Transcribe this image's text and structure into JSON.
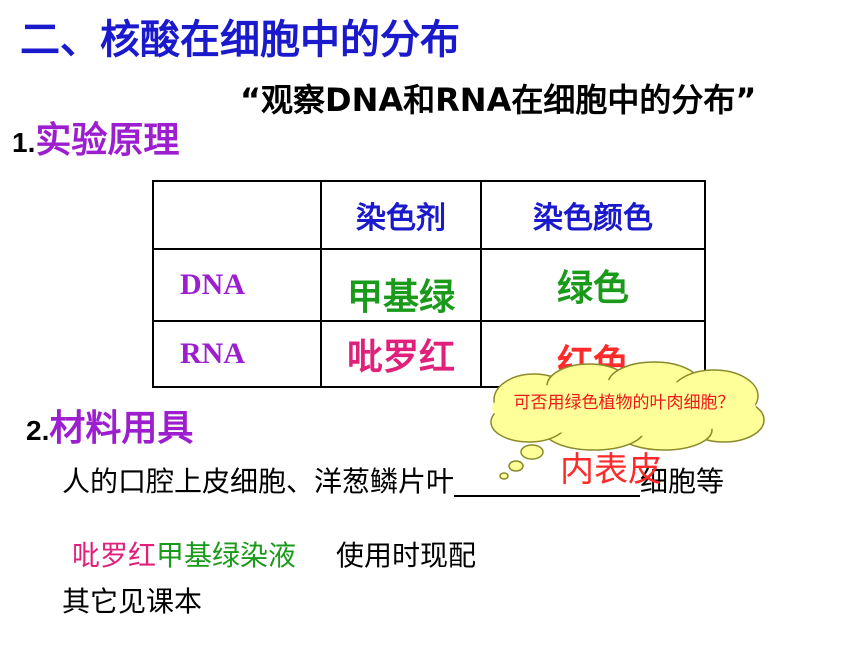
{
  "title": "二、核酸在细胞中的分布",
  "subtitle": "“观察DNA和RNA在细胞中的分布”",
  "section1": {
    "num": "1.",
    "title": "实验原理"
  },
  "table": {
    "headers": [
      "",
      "染色剂",
      "染色颜色"
    ],
    "rows": [
      {
        "label": "DNA",
        "stain": "甲基绿",
        "color": "绿色"
      },
      {
        "label": "RNA",
        "stain": "吡罗红",
        "color": "红色"
      }
    ]
  },
  "thought_bubble": "可否用绿色植物的叶肉细胞？",
  "section2": {
    "num": "2.",
    "title": "材料用具"
  },
  "materials": {
    "line_prefix": "人的口腔上皮细胞、洋葱鳞片叶",
    "line_suffix": "细胞等",
    "blank_answer": "内表皮",
    "stain_red": "吡罗红",
    "stain_green": "甲基绿染液",
    "usage_note": "使用时现配",
    "other": "其它见课本"
  },
  "colors": {
    "title_blue": "#1a1acc",
    "section_purple": "#9c1ecf",
    "green": "#1a9a1a",
    "red": "#ff2a2a",
    "magenta": "#e0207a",
    "cloud_fill": "#ffff99"
  }
}
